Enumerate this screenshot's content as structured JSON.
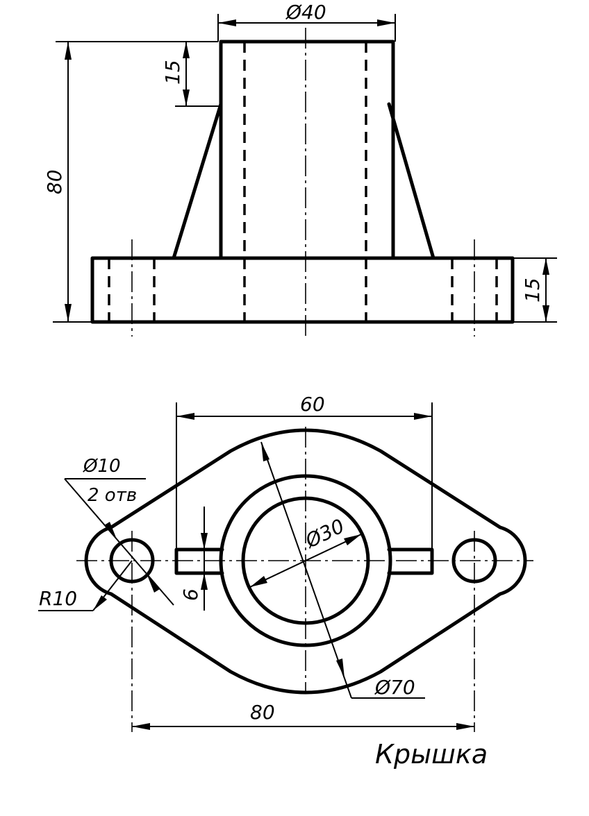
{
  "front_view": {
    "dim_tube_diameter": "Ø40",
    "dim_tube_top_offset": "15",
    "dim_overall_height": "80",
    "dim_flange_thickness": "15"
  },
  "top_view": {
    "dim_slot_span": "60",
    "dim_hole_diameter": "Ø10",
    "dim_hole_count": "2 отв",
    "dim_flange_radius": "R10",
    "dim_bore_diameter": "Ø30",
    "dim_slot_width": "6",
    "dim_boss_diameter": "Ø70",
    "dim_hole_spacing": "80"
  },
  "title_label": "Крышка"
}
